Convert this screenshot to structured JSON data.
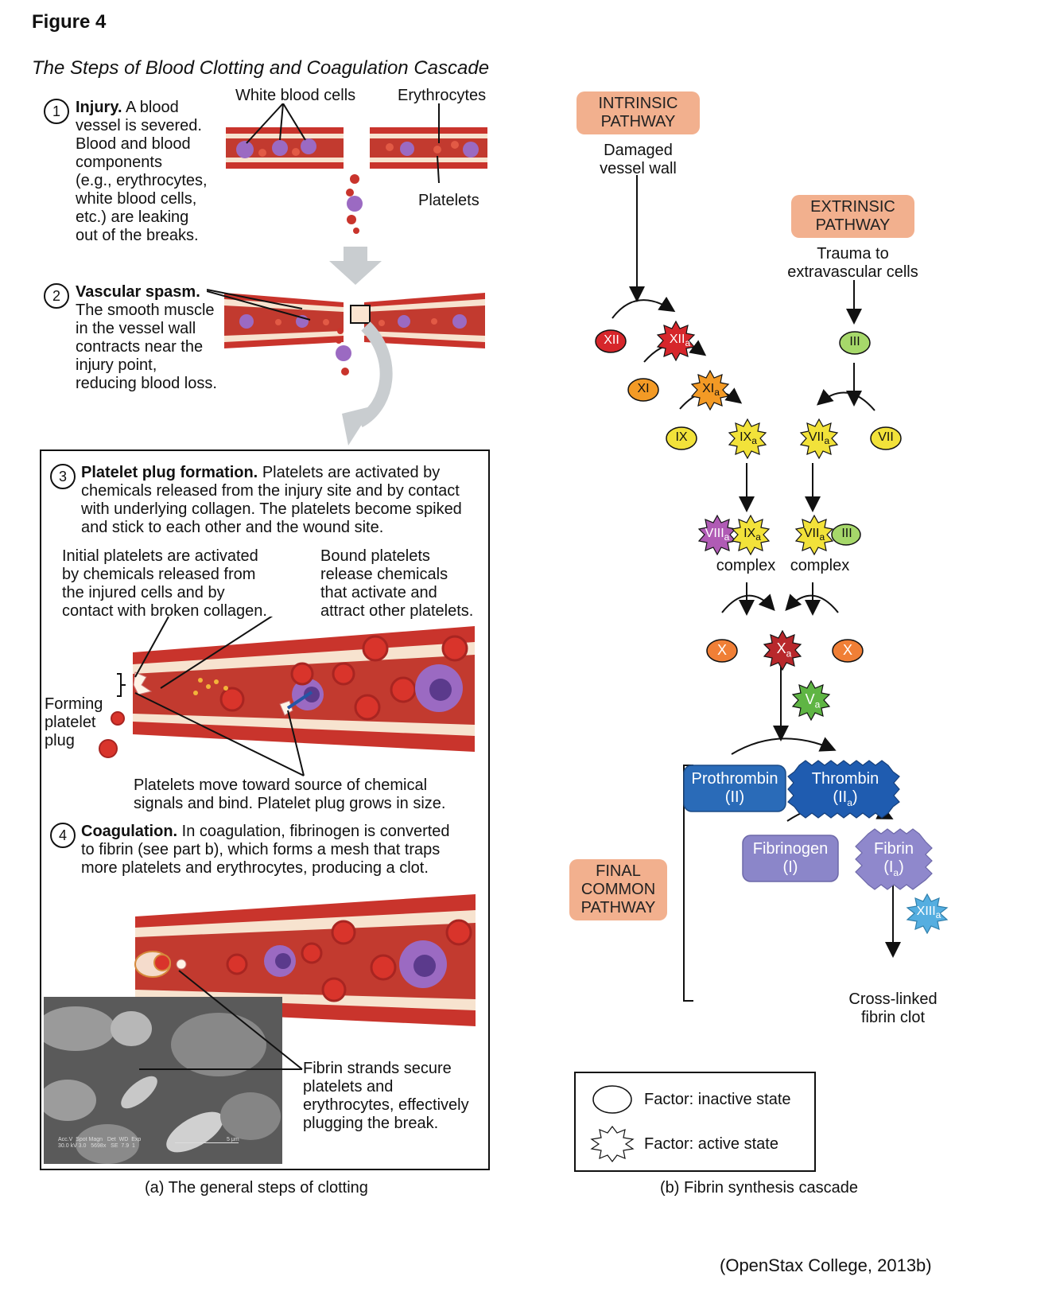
{
  "figure_label": "Figure 4",
  "figure_title": "The Steps of Blood Clotting and Coagulation Cascade",
  "part_a": {
    "labels": {
      "white_blood_cells": "White blood cells",
      "erythrocytes": "Erythrocytes",
      "platelets": "Platelets"
    },
    "steps": [
      {
        "num": "1",
        "title": "Injury.",
        "lines": [
          "A blood",
          "vessel is severed.",
          "Blood and blood",
          "components",
          "(e.g., erythrocytes,",
          "white blood cells,",
          "etc.) are leaking",
          "out of the breaks."
        ]
      },
      {
        "num": "2",
        "title": "Vascular spasm.",
        "lines": [
          "The smooth muscle",
          "in the vessel wall",
          "contracts near the",
          "injury point,",
          "reducing blood loss."
        ]
      },
      {
        "num": "3",
        "title": "Platelet plug formation.",
        "lines": [
          "Platelets are activated by",
          "chemicals released from the injury site and by contact",
          "with underlying collagen. The platelets become spiked",
          "and stick to each other and the wound site."
        ]
      },
      {
        "num": "4",
        "title": "Coagulation.",
        "lines": [
          "In coagulation, fibrinogen is converted",
          "to fibrin (see part b), which forms a mesh that traps",
          "more platelets and erythrocytes, producing a clot."
        ]
      }
    ],
    "initial_platelets": [
      "Initial platelets are activated",
      "by chemicals released from",
      "the injured cells and by",
      "contact with broken collagen."
    ],
    "bound_platelets": [
      "Bound platelets",
      "release chemicals",
      "that activate and",
      "attract other platelets."
    ],
    "forming_plug": [
      "Forming",
      "platelet",
      "plug"
    ],
    "platelets_move": [
      "Platelets move toward source of chemical",
      "signals and bind. Platelet plug grows in size."
    ],
    "fibrin_strands": [
      "Fibrin strands secure",
      "platelets and",
      "erythrocytes, effectively",
      "plugging the break."
    ],
    "micrograph_text": "Acc.V  Spot Magn   Det  WD  Exp\n30.0 kV 3.0   5698x   SE  7.9  1",
    "micrograph_scale": "5 μm",
    "caption": "(a) The general steps of clotting"
  },
  "part_b": {
    "intrinsic": {
      "title": [
        "INTRINSIC",
        "PATHWAY"
      ],
      "trigger": [
        "Damaged",
        "vessel wall"
      ]
    },
    "extrinsic": {
      "title": [
        "EXTRINSIC",
        "PATHWAY"
      ],
      "trigger": [
        "Trauma to",
        "extravascular cells"
      ]
    },
    "final": {
      "title": [
        "FINAL",
        "COMMON",
        "PATHWAY"
      ]
    },
    "factors": {
      "xii": "XII",
      "xiia": "XII",
      "xi": "XI",
      "xia": "XI",
      "ix": "IX",
      "ixa": "IX",
      "viia": "VII",
      "vii": "VII",
      "iii": "III",
      "viiia": "VIII",
      "ixa2": "IX",
      "viia2": "VII",
      "iii2": "III",
      "x_left": "X",
      "xa": "X",
      "x_right": "X",
      "va": "V",
      "xiiia": "XIII",
      "sub_a": "a"
    },
    "complex_left": "complex",
    "complex_right": "complex",
    "prothrombin": [
      "Prothrombin",
      "(II)"
    ],
    "thrombin": [
      "Thrombin",
      "(II"
    ],
    "fibrinogen": [
      "Fibrinogen",
      "(I)"
    ],
    "fibrin": [
      "Fibrin",
      "(I"
    ],
    "close_paren": ")",
    "crosslinked": [
      "Cross-linked",
      "fibrin clot"
    ],
    "legend": {
      "inactive": "Factor: inactive state",
      "active": "Factor: active state"
    },
    "caption": "(b) Fibrin synthesis cascade"
  },
  "citation": "(OpenStax College, 2013b)",
  "colors": {
    "xii": "#d6262b",
    "xi": "#f39a25",
    "ix": "#f2e23a",
    "vii": "#f2e23a",
    "iii": "#a6d86a",
    "viii": "#b05bb5",
    "x": "#f07f36",
    "xa": "#b8282c",
    "va": "#5fb544",
    "prothrombin": "#2a6bb8",
    "thrombin": "#1f5cb0",
    "fibrinogen": "#8b86c9",
    "fibrin": "#8f88cc",
    "xiii": "#55aee0",
    "pathway_pill": "#f2b08e",
    "vessel": "#c9342c",
    "wall": "#f7e3cf"
  }
}
